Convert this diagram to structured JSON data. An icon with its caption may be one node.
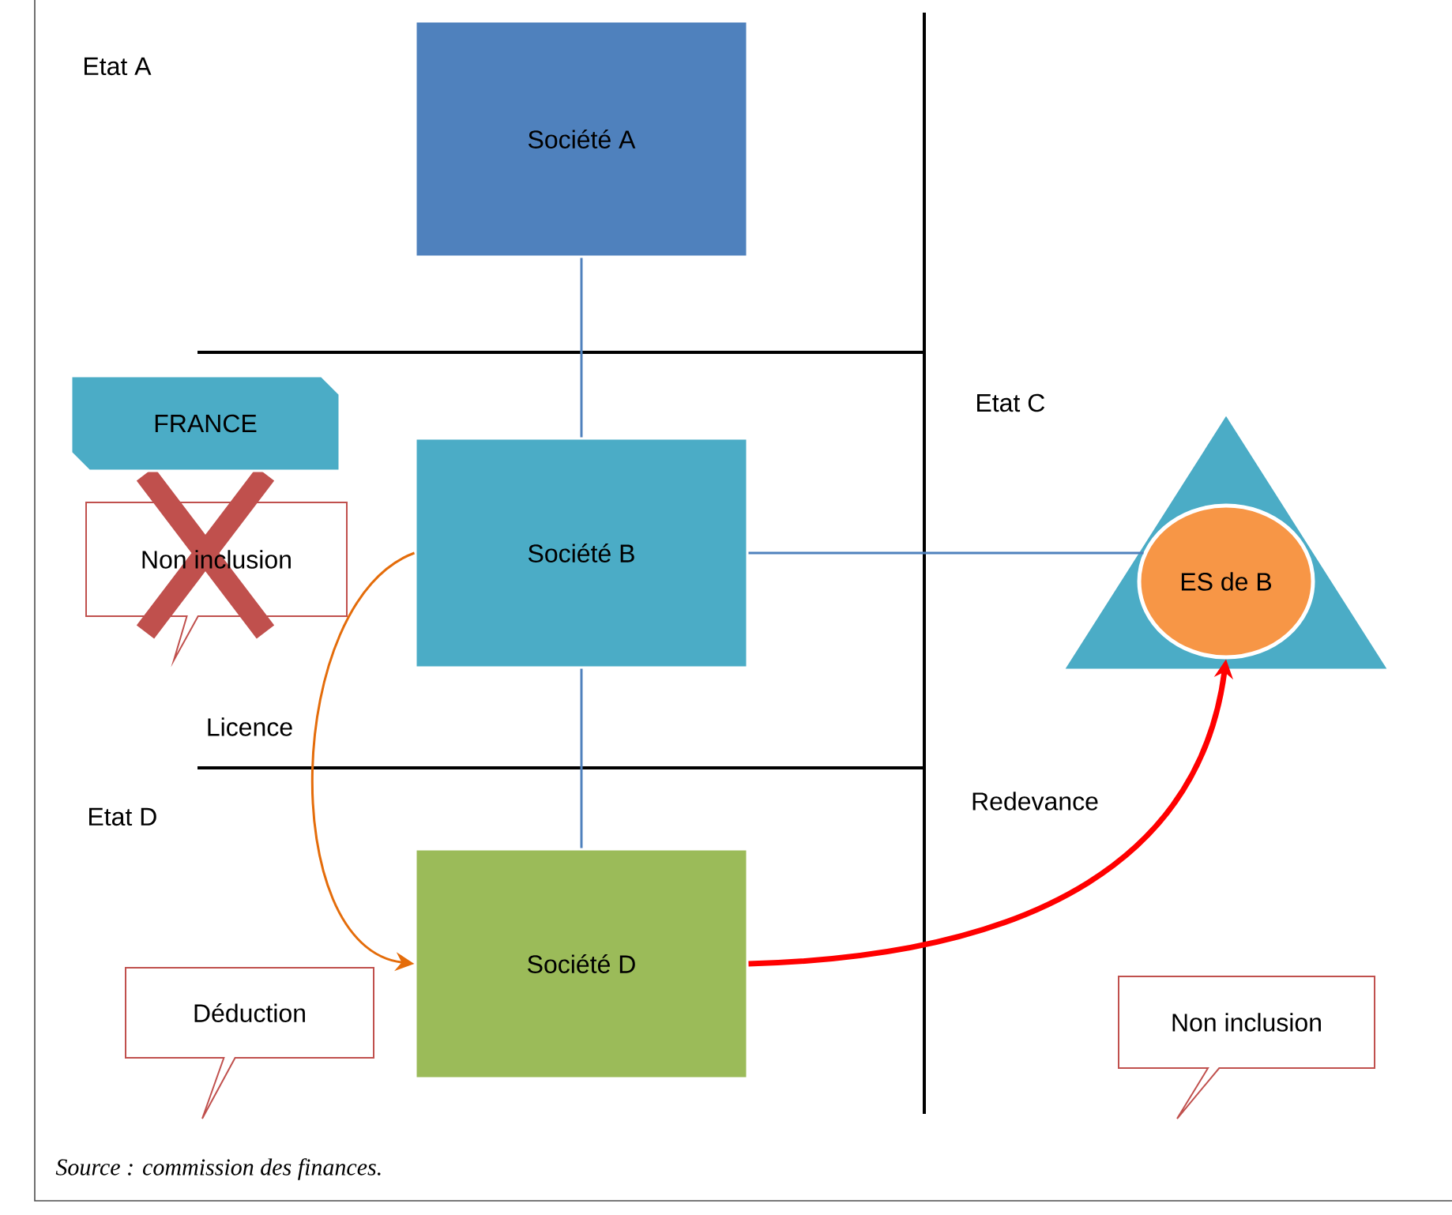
{
  "diagram": {
    "caption": "Source : commission des finances.",
    "nodes": [
      {
        "text": [
          "Société A"
        ]
      },
      {
        "text": [
          "FRANCE"
        ]
      },
      {
        "text": [
          "Non inclusion"
        ]
      },
      {
        "text": [
          "Société B"
        ]
      },
      {
        "text": [],
        "shape": "triangle"
      },
      {
        "text": [
          "ES de B"
        ],
        "in": 4
      },
      {
        "text": [
          "Société D"
        ]
      },
      {
        "text": [
          "Déduction"
        ]
      },
      {
        "text": [
          "Non inclusion"
        ]
      }
    ],
    "edges": [
      {
        "from": 0,
        "to": 3,
        "arrow": "none"
      },
      {
        "from": 3,
        "to": 5,
        "arrow": "none"
      },
      {
        "from": 3,
        "to": 6,
        "arrow": "none"
      },
      {
        "from": 3,
        "to": 6,
        "arrow": "to",
        "label": "Licence",
        "color": "#e46c0a"
      },
      {
        "from": 6,
        "to": 5,
        "arrow": "to",
        "label": "Redevance",
        "color": "#ff0000",
        "style": "thick"
      }
    ],
    "labels": [
      "Etat A",
      "Etat C",
      "Etat D"
    ]
  }
}
